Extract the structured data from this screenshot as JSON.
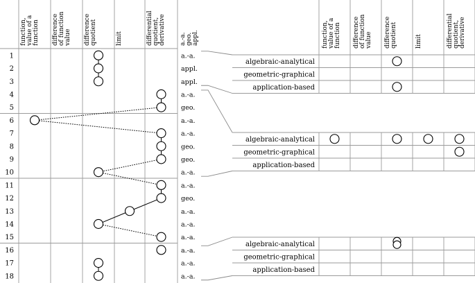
{
  "left_table": {
    "columns": [
      [
        "function,",
        "value of a",
        "function"
      ],
      [
        "difference",
        "of function",
        "value"
      ],
      [
        "difference",
        "quotient"
      ],
      [
        "limit"
      ],
      [
        "differential",
        "quotient,",
        "derivative"
      ]
    ],
    "code_header": [
      "a.-a.",
      "geo.",
      "appl."
    ],
    "rows": [
      {
        "num": "1",
        "code": "a.-a."
      },
      {
        "num": "2",
        "code": "appl."
      },
      {
        "num": "3",
        "code": "appl."
      },
      {
        "num": "4",
        "code": "a.-a."
      },
      {
        "num": "5",
        "code": "geo."
      },
      {
        "num": "6",
        "code": "a.-a."
      },
      {
        "num": "7",
        "code": "a.-a."
      },
      {
        "num": "8",
        "code": "geo."
      },
      {
        "num": "9",
        "code": "geo."
      },
      {
        "num": "10",
        "code": "a.-a."
      },
      {
        "num": "11",
        "code": "a.-a."
      },
      {
        "num": "12",
        "code": "geo."
      },
      {
        "num": "13",
        "code": "a.-a."
      },
      {
        "num": "14",
        "code": "a.-a."
      },
      {
        "num": "15",
        "code": "a.-a."
      },
      {
        "num": "16",
        "code": "a.-a."
      },
      {
        "num": "17",
        "code": "a.-a."
      },
      {
        "num": "18",
        "code": "a.-a."
      }
    ],
    "markers": [
      {
        "row": 1,
        "col": 2,
        "fill": "open"
      },
      {
        "row": 2,
        "col": 2,
        "fill": "open"
      },
      {
        "row": 3,
        "col": 2,
        "fill": "open"
      },
      {
        "row": 4,
        "col": 4,
        "fill": "open"
      },
      {
        "row": 5,
        "col": 4,
        "fill": "open"
      },
      {
        "row": 6,
        "col": 0,
        "fill": "hatched"
      },
      {
        "row": 7,
        "col": 4,
        "fill": "open"
      },
      {
        "row": 8,
        "col": 4,
        "fill": "open"
      },
      {
        "row": 9,
        "col": 4,
        "fill": "open"
      },
      {
        "row": 10,
        "col": 2,
        "fill": "open"
      },
      {
        "row": 11,
        "col": 4,
        "fill": "hatched"
      },
      {
        "row": 12,
        "col": 4,
        "fill": "open"
      },
      {
        "row": 13,
        "col": 3,
        "fill": "open"
      },
      {
        "row": 14,
        "col": 2,
        "fill": "open"
      },
      {
        "row": 15,
        "col": 4,
        "fill": "open"
      },
      {
        "row": 16,
        "col": 4,
        "fill": "open"
      },
      {
        "row": 17,
        "col": 2,
        "fill": "hatched"
      },
      {
        "row": 18,
        "col": 2,
        "fill": "hatched"
      }
    ],
    "links": [
      {
        "from": [
          1,
          2
        ],
        "to": [
          2,
          2
        ],
        "style": "solid"
      },
      {
        "from": [
          2,
          2
        ],
        "to": [
          3,
          2
        ],
        "style": "solid"
      },
      {
        "from": [
          4,
          4
        ],
        "to": [
          5,
          4
        ],
        "style": "solid"
      },
      {
        "from": [
          5,
          4
        ],
        "to": [
          6,
          0
        ],
        "style": "dotted"
      },
      {
        "from": [
          6,
          0
        ],
        "to": [
          7,
          4
        ],
        "style": "dotted"
      },
      {
        "from": [
          7,
          4
        ],
        "to": [
          8,
          4
        ],
        "style": "solid"
      },
      {
        "from": [
          8,
          4
        ],
        "to": [
          9,
          4
        ],
        "style": "solid"
      },
      {
        "from": [
          9,
          4
        ],
        "to": [
          10,
          2
        ],
        "style": "dotted"
      },
      {
        "from": [
          10,
          2
        ],
        "to": [
          11,
          4
        ],
        "style": "dotted"
      },
      {
        "from": [
          11,
          4
        ],
        "to": [
          12,
          4
        ],
        "style": "solid"
      },
      {
        "from": [
          12,
          4
        ],
        "to": [
          13,
          3
        ],
        "style": "solid"
      },
      {
        "from": [
          13,
          3
        ],
        "to": [
          14,
          2
        ],
        "style": "solid"
      },
      {
        "from": [
          14,
          2
        ],
        "to": [
          15,
          4
        ],
        "style": "dotted"
      },
      {
        "from": [
          17,
          2
        ],
        "to": [
          18,
          2
        ],
        "style": "solid"
      }
    ]
  },
  "right_tables": {
    "columns": [
      [
        "function,",
        "value of a",
        "function"
      ],
      [
        "difference",
        "of function",
        "value"
      ],
      [
        "difference",
        "quotient"
      ],
      [
        "limit"
      ],
      [
        "differential",
        "quotient,",
        "derivative"
      ]
    ],
    "tables": [
      {
        "rows": [
          "algebraic-analytical",
          "geometric-graphical",
          "application-based"
        ],
        "markers": [
          {
            "row": 0,
            "col": 2,
            "fill": "open"
          },
          {
            "row": 2,
            "col": 2,
            "fill": "open"
          }
        ]
      },
      {
        "rows": [
          "algebraic-analytical",
          "geometric-graphical",
          "application-based"
        ],
        "markers": [
          {
            "row": 0,
            "col": 0,
            "fill": "hatched"
          },
          {
            "row": 0,
            "col": 2,
            "fill": "open"
          },
          {
            "row": 0,
            "col": 3,
            "fill": "open"
          },
          {
            "row": 0,
            "col": 4,
            "fill": "hatched"
          },
          {
            "row": 1,
            "col": 4,
            "fill": "open"
          }
        ]
      },
      {
        "rows": [
          "algebraic-analytical",
          "geometric-graphical",
          "application-based"
        ],
        "markers": [
          {
            "row": 0,
            "col": 2,
            "fill": "hatched-stacked"
          }
        ]
      }
    ]
  }
}
